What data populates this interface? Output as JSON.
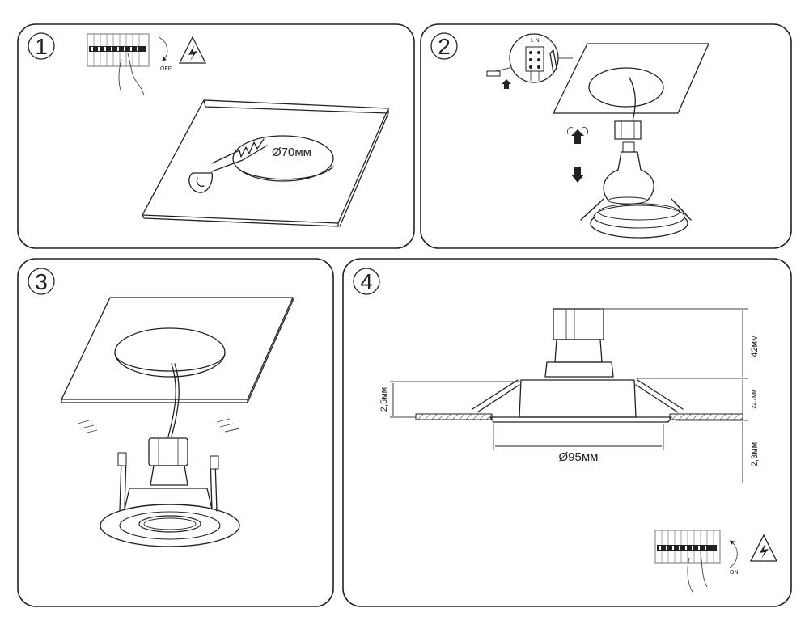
{
  "steps": [
    {
      "number": "1",
      "hole_diameter": "Ø70мм",
      "switch_state": "OFF"
    },
    {
      "number": "2",
      "terminal_labels": "L N"
    },
    {
      "number": "3"
    },
    {
      "number": "4",
      "dim_top_height": "42мм",
      "dim_ceiling_gap": "2,5мм",
      "dim_housing": "22,7мм",
      "dim_trim": "2,3мм",
      "dim_outer_diameter": "Ø95мм",
      "switch_state": "ON"
    }
  ],
  "icons": [
    "circled-number-icon",
    "circuit-breaker-icon",
    "high-voltage-warning-icon",
    "hand-icon",
    "saw-icon",
    "screwdriver-icon",
    "arrow-up-icon",
    "arrow-down-icon",
    "rotate-icon"
  ]
}
